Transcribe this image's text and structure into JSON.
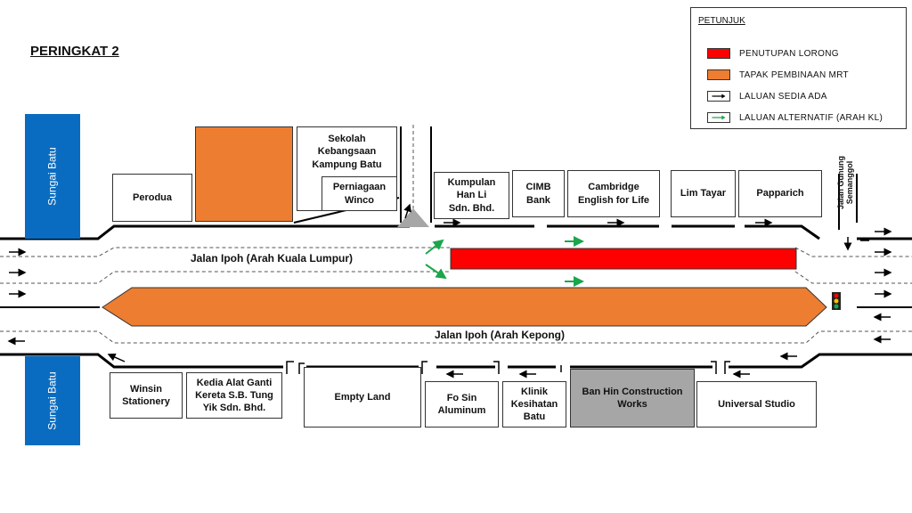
{
  "title": "PERINGKAT 2",
  "legend": {
    "title": "PETUNJUK",
    "items": [
      {
        "label": "PENUTUPAN LORONG",
        "kind": "swatch",
        "color": "#ff0000"
      },
      {
        "label": "TAPAK PEMBINAAN MRT",
        "kind": "swatch",
        "color": "#ed7d31"
      },
      {
        "label": "LALUAN SEDIA ADA",
        "kind": "arrow",
        "color": "#000000"
      },
      {
        "label": "LALUAN ALTERNATIF (ARAH KL)",
        "kind": "arrow",
        "color": "#1aa64b"
      }
    ]
  },
  "river": {
    "label": "Sungai Batu",
    "color": "#0a6cc0"
  },
  "roads": {
    "kl": "Jalan Ipoh (Arah Kuala Lumpur)",
    "kepong": "Jalan Ipoh (Arah Kepong)",
    "side": "Jalan Gunung\nSemanggol"
  },
  "buildings": {
    "perodua": "Perodua",
    "sekolah": "Sekolah\nKebangsaan\nKampung Batu",
    "winco": "Perniagaan\nWinco",
    "hanli": "Kumpulan\nHan Li\nSdn. Bhd.",
    "cimb": "CIMB\nBank",
    "cambridge": "Cambridge\nEnglish for Life",
    "limtayar": "Lim Tayar",
    "papparich": "Papparich",
    "winsin": "Winsin\nStationery",
    "kedia": "Kedia Alat Ganti\nKereta S.B. Tung\nYik Sdn. Bhd.",
    "emptyland": "Empty Land",
    "fosin": "Fo Sin\nAluminum",
    "klinik": "Klinik\nKesihatan\nBatu",
    "banhin": "Ban Hin Construction\nWorks",
    "universal": "Universal Studio"
  },
  "colors": {
    "closure": "#ff0000",
    "mrt": "#ed7d31",
    "alt_route": "#1aa64b",
    "existing_route": "#000000",
    "highlight_building": "#a6a6a6",
    "river": "#0a6cc0"
  },
  "icons": {
    "traffic_light": "traffic-light-icon",
    "junction": "triangle-marker-icon"
  }
}
